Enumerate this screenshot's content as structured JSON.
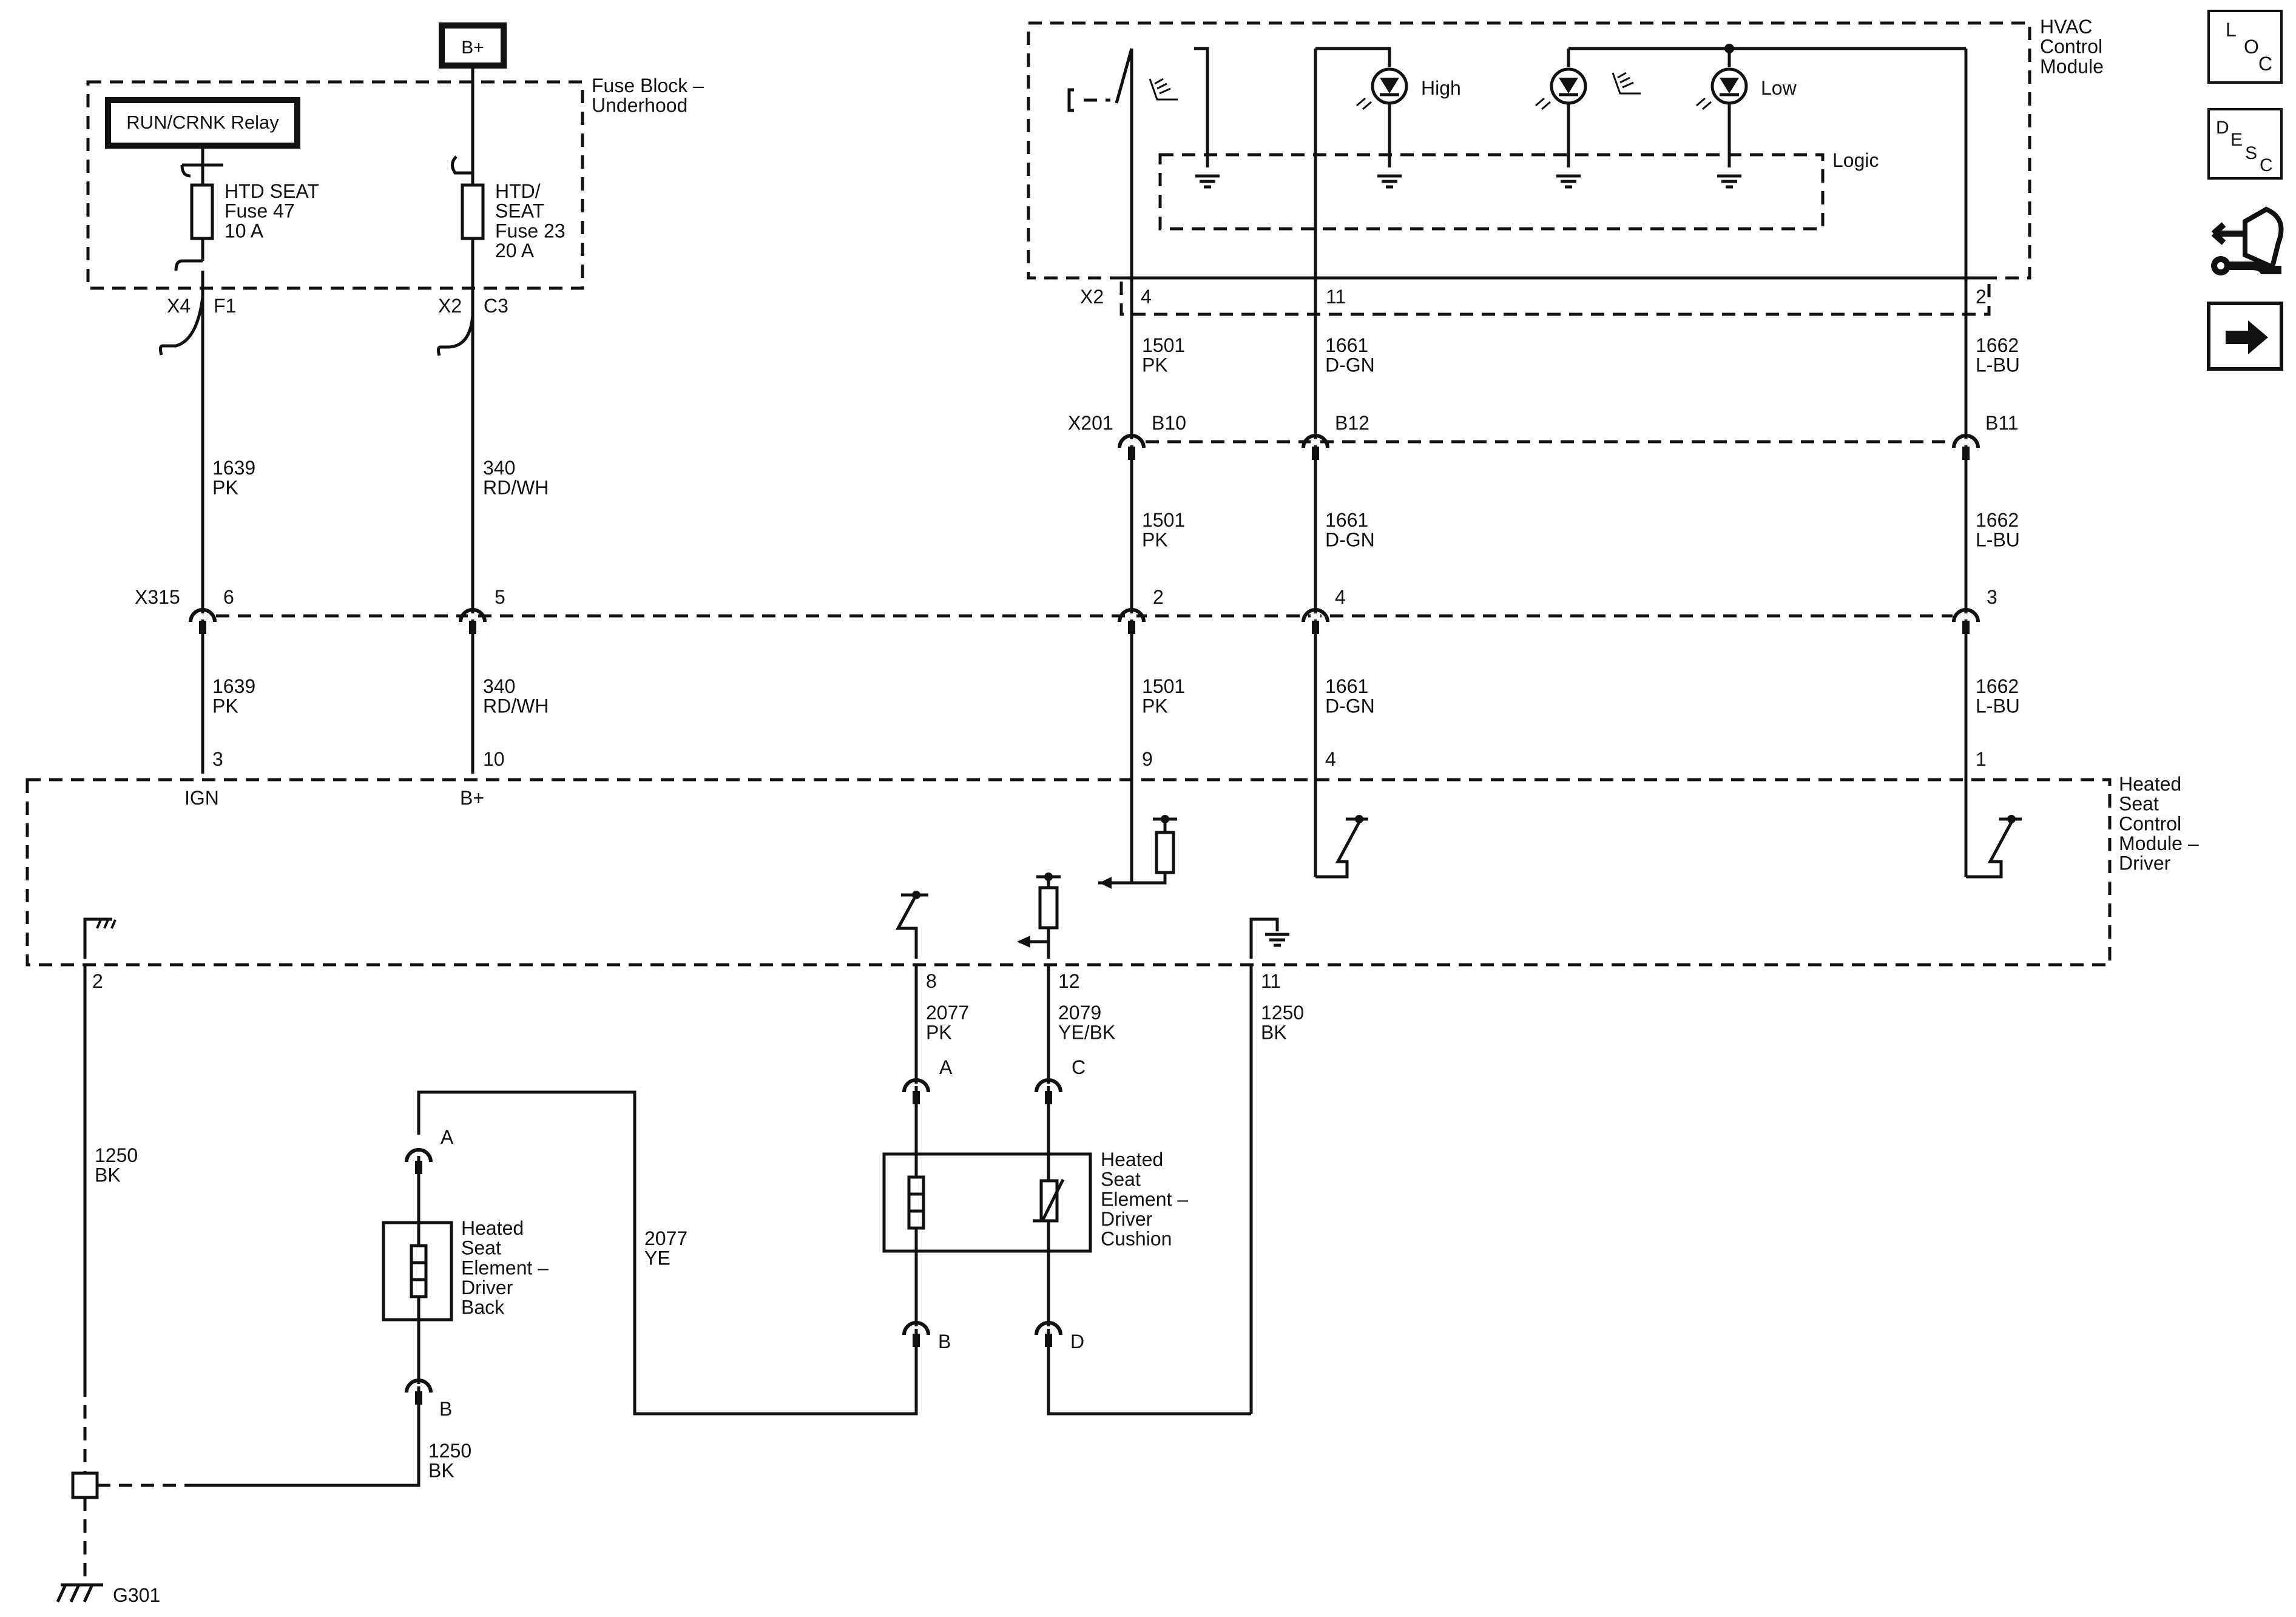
{
  "title": "",
  "power": {
    "b_plus": "B+"
  },
  "fuse_block": {
    "name": "Fuse Block –\nUnderhood",
    "relay": "RUN/CRNK Relay",
    "fuse_47": "HTD SEAT\nFuse 47\n10 A",
    "fuse_23": "HTD/\nSEAT\nFuse 23\n20 A",
    "conn_a": "X4",
    "pin_a": "F1",
    "conn_b": "X2",
    "pin_b": "C3"
  },
  "hvac": {
    "name": "HVAC\nControl\nModule",
    "logic": "Logic",
    "high": "High",
    "low": "Low",
    "conn": "X2",
    "pins": [
      "4",
      "11",
      "2"
    ]
  },
  "wires": {
    "w1639": "1639\nPK",
    "w340": "340\nRD/WH",
    "w1501": "1501\nPK",
    "w1661": "1661\nD-GN",
    "w1662": "1662\nL-BU",
    "w1250": "1250\nBK",
    "w2077pk": "2077\nPK",
    "w2079": "2079\nYE/BK",
    "w2077ye": "2077\nYE"
  },
  "x201": {
    "name": "X201",
    "pins": [
      "B10",
      "B12",
      "B11"
    ]
  },
  "x315": {
    "name": "X315",
    "pins": [
      "6",
      "5",
      "2",
      "4",
      "3"
    ]
  },
  "hscm": {
    "name": "Heated\nSeat\nControl\nModule –\nDriver",
    "top_pins": [
      "3",
      "10",
      "9",
      "4",
      "1"
    ],
    "ign": "IGN",
    "bplus": "B+",
    "bottom_pins": [
      "2",
      "8",
      "12",
      "11"
    ]
  },
  "back_element": {
    "name": "Heated\nSeat\nElement –\nDriver\nBack",
    "pin_a": "A",
    "pin_b": "B"
  },
  "cushion_element": {
    "name": "Heated\nSeat\nElement –\nDriver\nCushion",
    "pins": [
      "A",
      "C",
      "B",
      "D"
    ]
  },
  "ground": "G301",
  "nav": {
    "loc": [
      "L",
      "O",
      "C"
    ],
    "desc": [
      "D",
      "E",
      "S",
      "C"
    ]
  }
}
